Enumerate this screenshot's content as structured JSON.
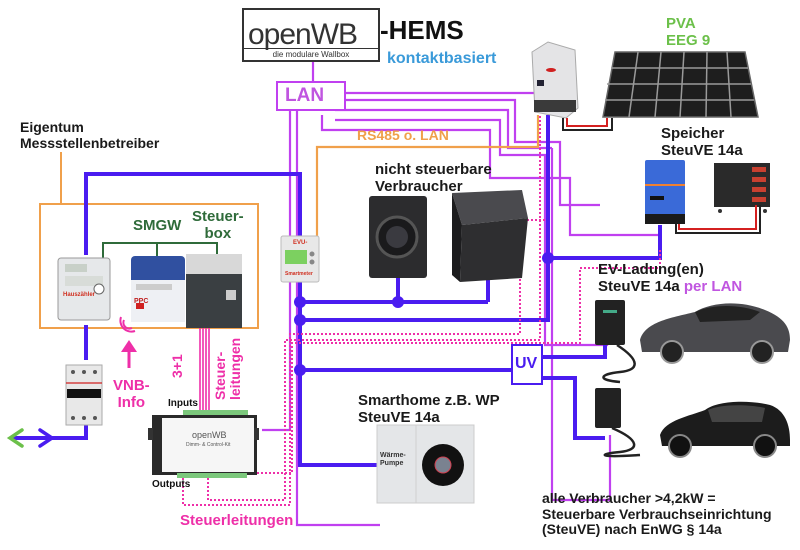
{
  "header": {
    "logo_text": "openWB",
    "logo_tagline": "die modulare Wallbox",
    "title_suffix": "-HEMS",
    "subtitle": "kontaktbasiert"
  },
  "labels": {
    "pva": "PVA",
    "pva_sub": "EEG 9",
    "lan_hub": "LAN",
    "rs485": "RS485 o. LAN",
    "owner_line1": "Eigentum",
    "owner_line2": "Messstellenbetreiber",
    "smgw": "SMGW",
    "steuerbox_line1": "Steuer-",
    "steuerbox_line2": "box",
    "nonctrl_line1": "nicht steuerbare",
    "nonctrl_line2": "Verbraucher",
    "storage_line1": "Speicher",
    "storage_line2": "SteuVE 14a",
    "ev_line1": "EV-Ladung(en)",
    "ev_line2_prefix": "SteuVE 14a ",
    "ev_line2_suffix": "per LAN",
    "uv": "UV",
    "smarthome_line1": "Smarthome z.B. WP",
    "smarthome_line2": "SteuVE 14a",
    "vnb_line1": "VNB-",
    "vnb_line2": "Info",
    "three_plus_one": "3+1",
    "steuerleitungen_vert_line1": "Steuer-",
    "steuerleitungen_vert_line2": "leitungen",
    "steuerleitungen": "Steuerleitungen",
    "inputs": "Inputs",
    "outputs": "Outputs",
    "footer_line1": "alle Verbraucher >4,2kW =",
    "footer_line2": "Steuerbare Verbrauchseinrichtung",
    "footer_line3": "(SteuVE) nach EnWG § 14a"
  },
  "devices": {
    "house_meter": "Hauszähler",
    "smgw_brand": "PPC",
    "evu_meter_top": "EVU-",
    "evu_meter_bottom": "Smartmeter",
    "dimm_kit_logo": "openWB",
    "dimm_kit_name": "Dimm- & Control-Kit",
    "heat_pump_line1": "Wärme-",
    "heat_pump_line2": "Pumpe"
  },
  "colors": {
    "power_line": "#4a1cf0",
    "lan_line": "#c040f0",
    "rs485_line": "#f0a04b",
    "control_line": "#ee2fa8",
    "group_line": "#2f6b3a",
    "owner_frame": "#f0a04b",
    "dc_red": "#d42020"
  }
}
